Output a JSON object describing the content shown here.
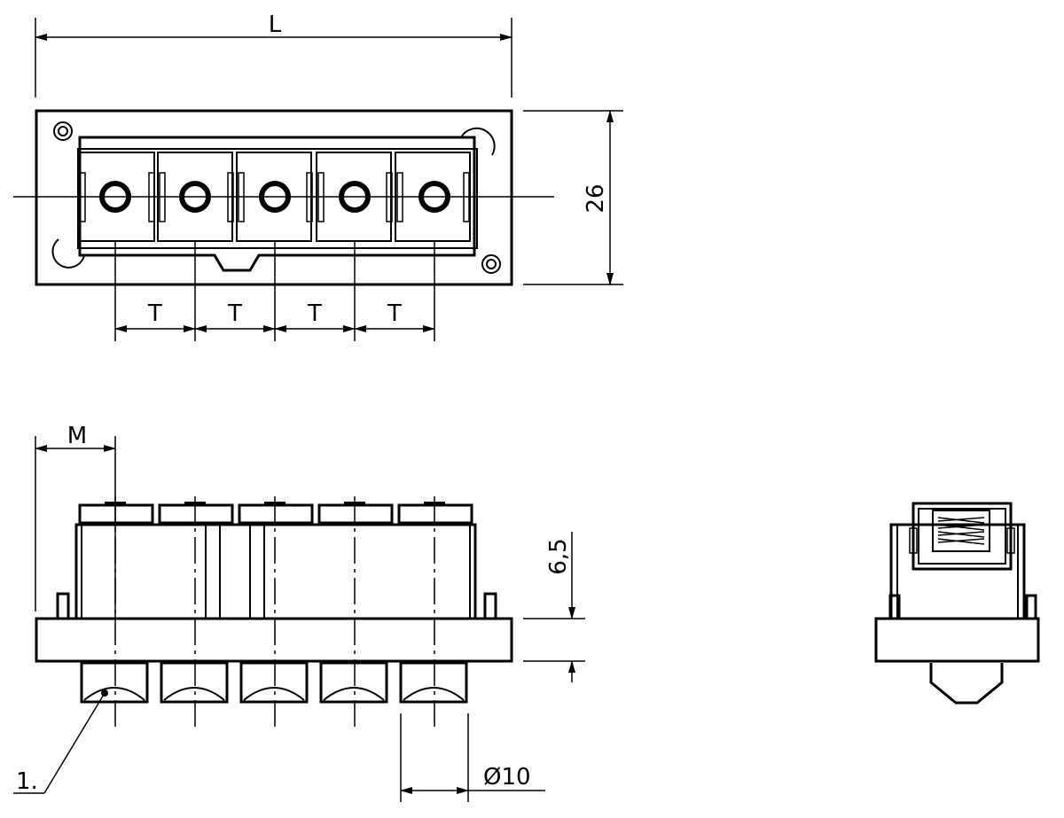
{
  "drawing": {
    "dimensions": {
      "length_label": "L",
      "height_label": "26",
      "pitch_label": "T",
      "offset_label": "M",
      "depth_label": "6,5",
      "diameter_label": "Ø10"
    },
    "callouts": {
      "part_1": "1."
    },
    "terminal_count": 5
  }
}
